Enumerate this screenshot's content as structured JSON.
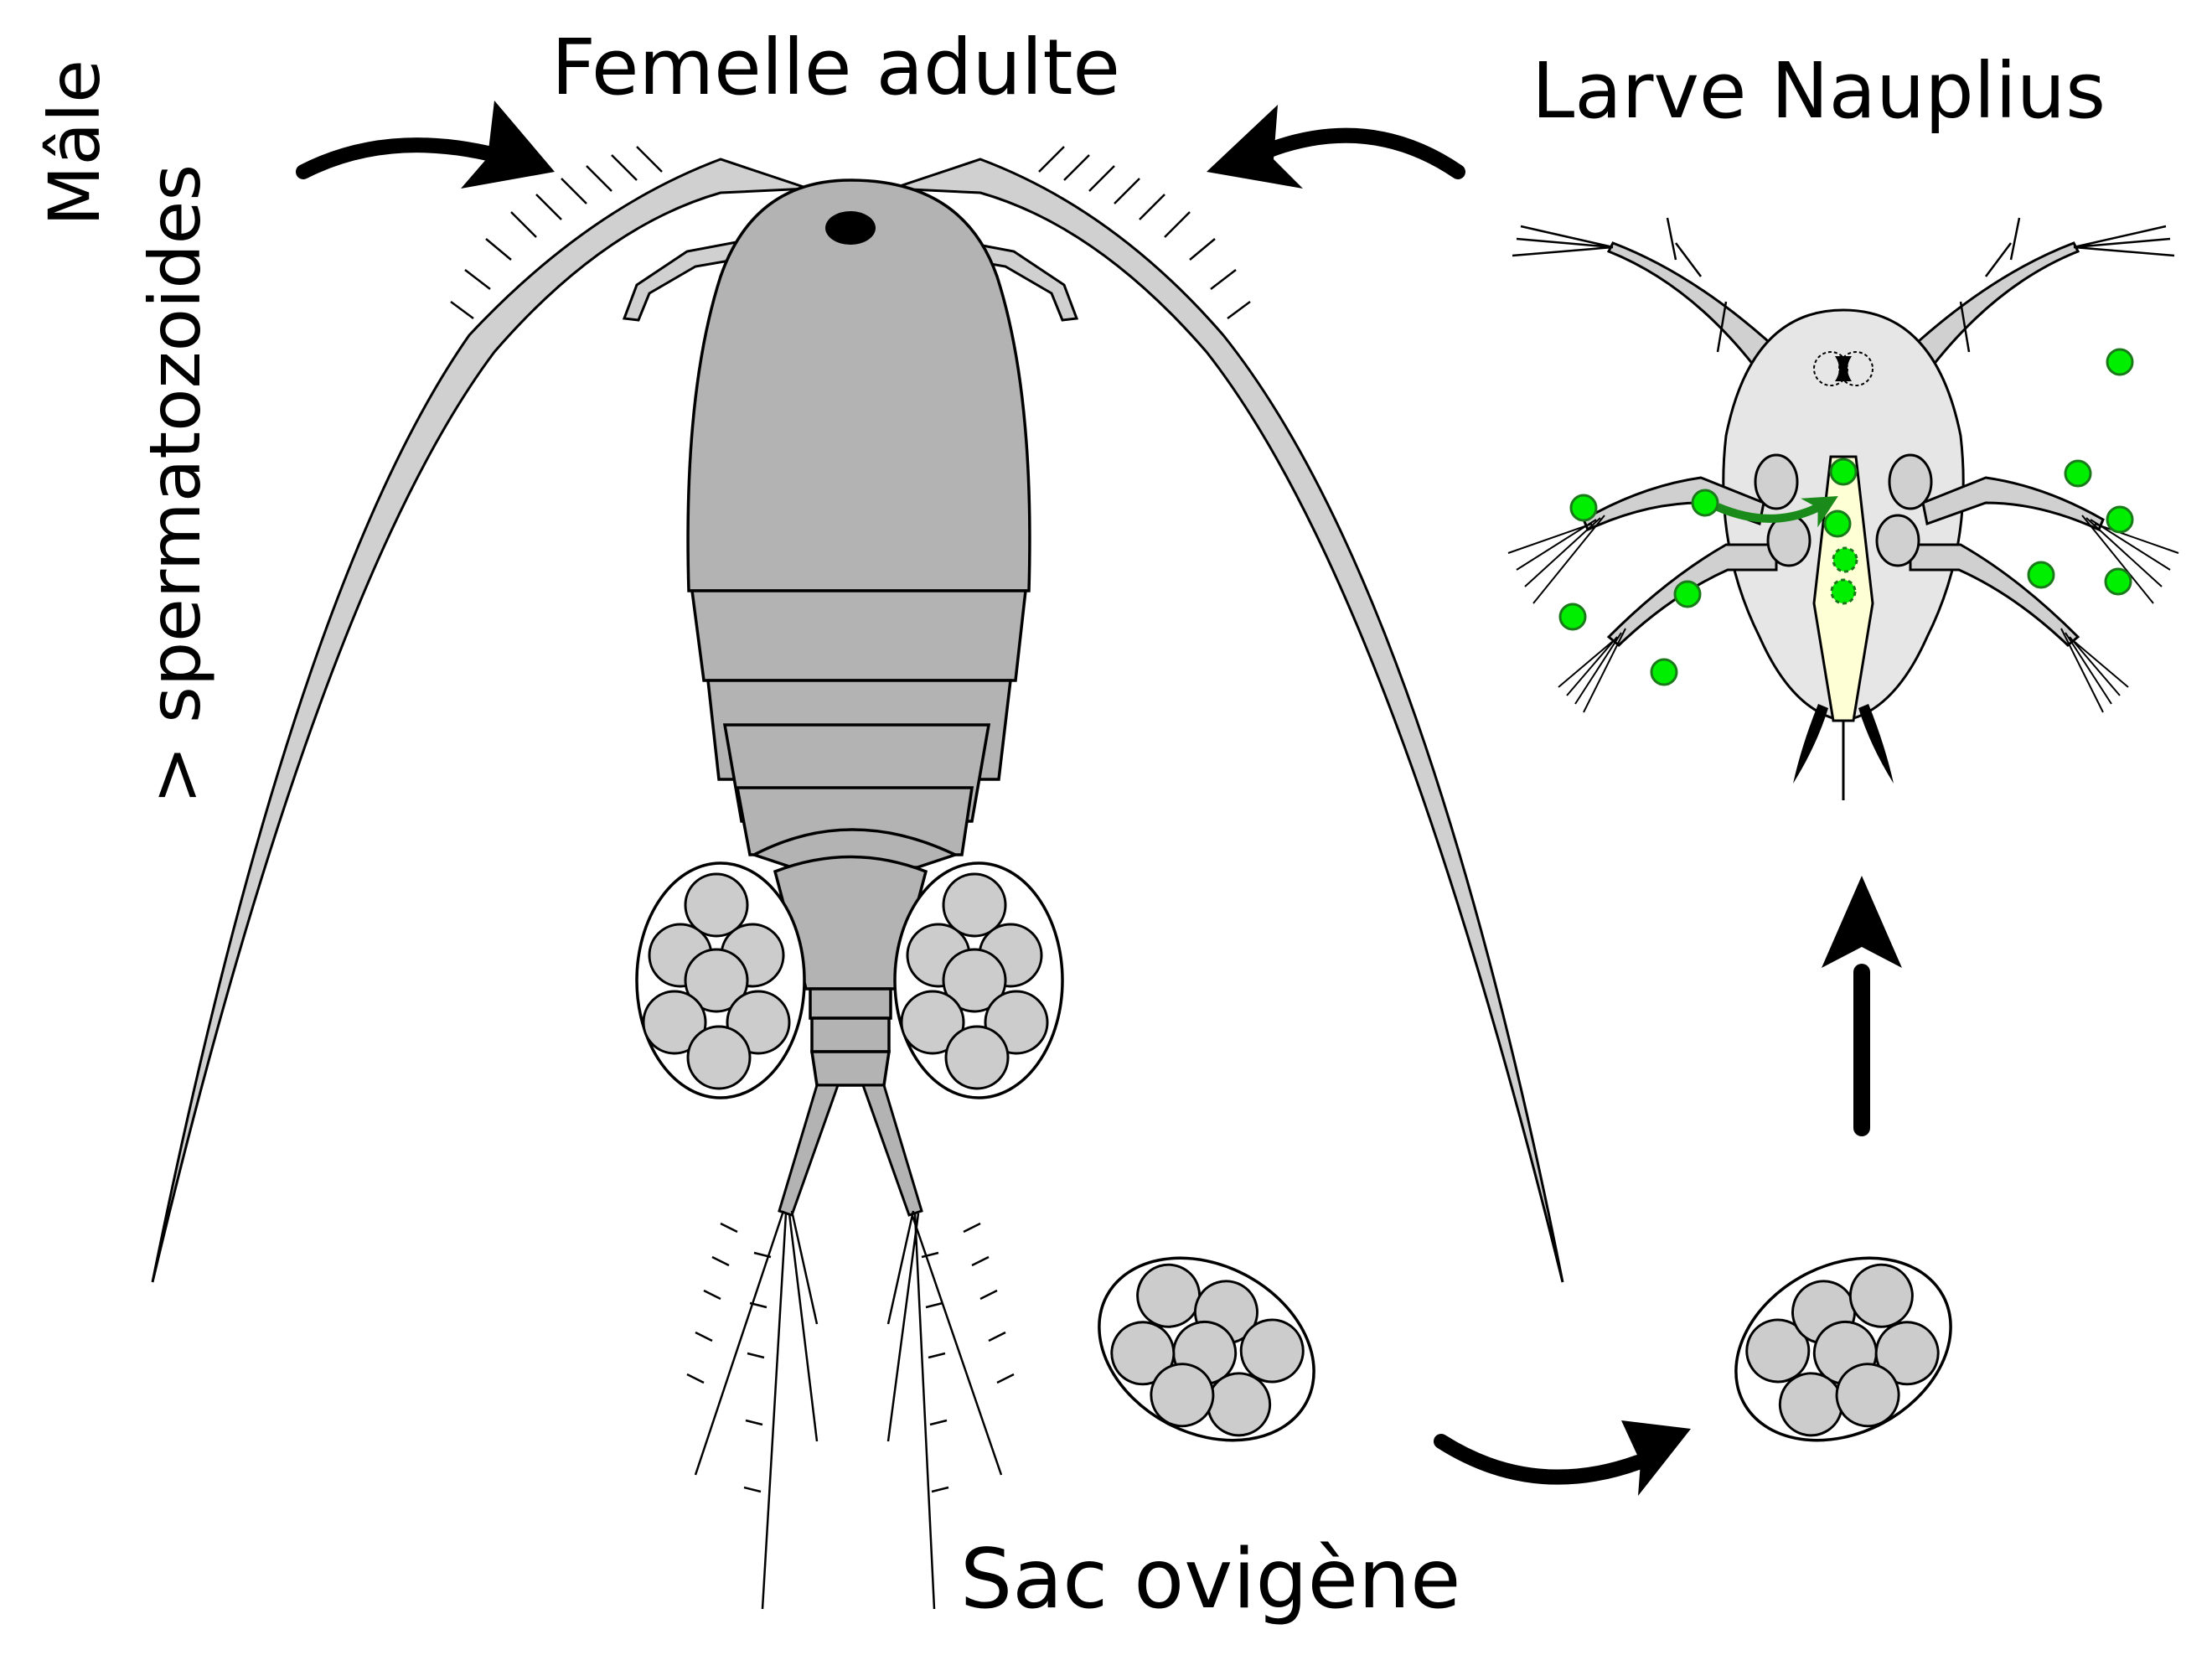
{
  "labels": {
    "male_line1": "Mâle",
    "male_line2": "> spermatozoides",
    "adult_female": "Femelle adulte",
    "nauplius_larva": "Larve Nauplius",
    "egg_sac": "Sac ovigène"
  },
  "colors": {
    "body_fill": "#b3b3b3",
    "antenna_fill": "#d0d0d0",
    "egg_fill": "#cccccc",
    "egg_outline": "#000000",
    "nauplius_body": "#e6e6e6",
    "nauplius_gut": "#ffffd5",
    "particle_green": "#00ee00",
    "feeding_arrow": "#1a8a1a",
    "arrow_black": "#000000"
  },
  "icons": {
    "cycle_arrows": "curved-arrow-icon",
    "up_arrow": "up-arrow-icon",
    "food_particle": "green-dot-icon"
  }
}
